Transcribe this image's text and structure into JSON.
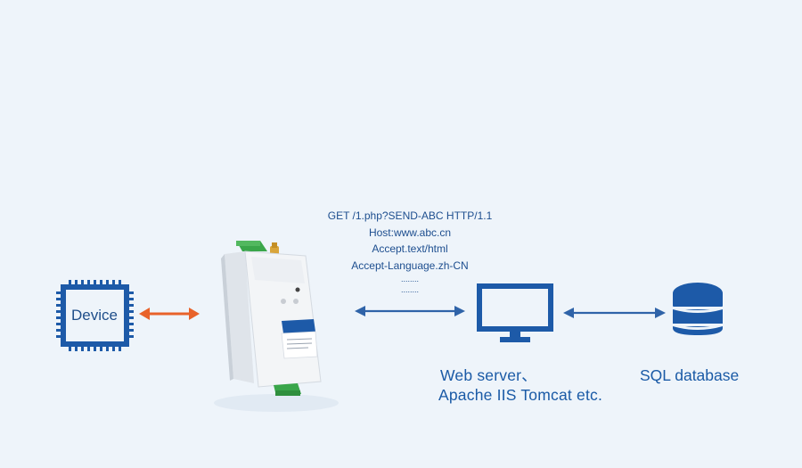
{
  "device": {
    "label": "Device",
    "icon": "chip-icon",
    "color": "#1d5aa8"
  },
  "converter": {
    "icon": "din-rail-serial-converter-icon"
  },
  "http_request": {
    "lines": [
      "GET /1.php?SEND-ABC HTTP/1.1",
      "Host:www.abc.cn",
      "Accept.text/html",
      "Accept-Language.zh-CN",
      "........",
      "........"
    ]
  },
  "web_server": {
    "icon": "monitor-icon",
    "label_line1": "Web server、",
    "label_line2": "Apache IIS Tomcat etc."
  },
  "database": {
    "icon": "database-icon",
    "label": "SQL database"
  },
  "colors": {
    "background": "#eef4fa",
    "primary_blue": "#1d5aa8",
    "arrow_blue": "#2f63a8",
    "arrow_orange": "#e8622a"
  }
}
